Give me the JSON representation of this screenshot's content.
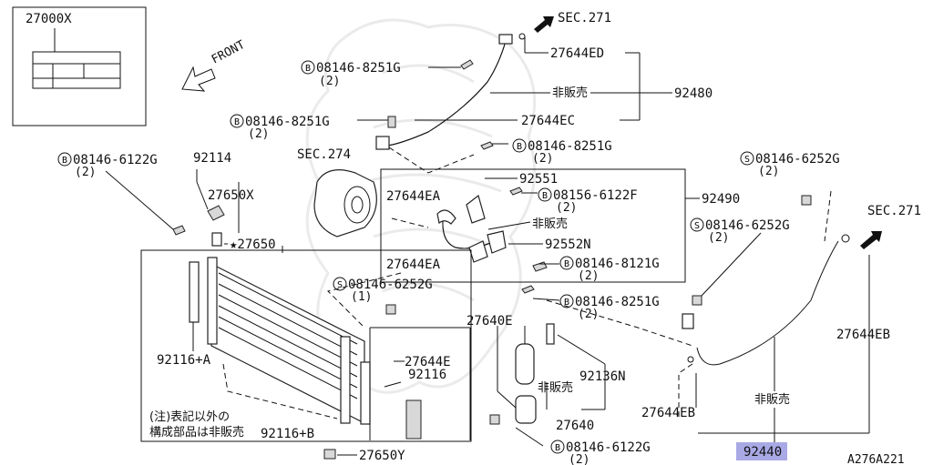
{
  "labels": {
    "label_27000x": "27000X",
    "front": "FRONT",
    "sec271_top": "SEC.271",
    "sec271_right": "SEC.271",
    "sec274": "SEC.274",
    "b1": "08146-8251G",
    "b1q": "(2)",
    "b2": "08146-8251G",
    "b2q": "(2)",
    "b3": "08146-8251G",
    "b3q": "(2)",
    "b4": "08146-6122G",
    "b4q": "(2)",
    "b5": "08156-6122F",
    "b5q": "(2)",
    "b6": "08146-8121G",
    "b6q": "(2)",
    "b7": "08146-8251G",
    "b7q": "(2)",
    "b8": "08146-6122G",
    "b8q": "(2)",
    "s1": "08146-6252G",
    "s1q": "(2)",
    "s2": "08146-6252G",
    "s2q": "(2)",
    "s3": "08146-6252G",
    "s3q": "(1)",
    "p27644ED": "27644ED",
    "p27644EC": "27644EC",
    "p27644EA_1": "27644EA",
    "p27644EA_2": "27644EA",
    "p27644E": "27644E",
    "p27644EB_1": "27644EB",
    "p27644EB_2": "27644EB",
    "p92480": "92480",
    "p92490": "92490",
    "p92551": "92551",
    "p92552N": "92552N",
    "p92114": "92114",
    "p27650X": "27650X",
    "p27650": "★27650",
    "p92116A": "92116+A",
    "p92116": "92116",
    "p92116B": "92116+B",
    "p27650Y": "27650Y",
    "p27640E": "27640E",
    "p27640": "27640",
    "p92136N": "92136N",
    "p92440": "92440",
    "hihanbai_1": "非販売",
    "hihanbai_2": "非販売",
    "hihanbai_3": "非販売",
    "hihanbai_4": "非販売",
    "note_line1": "(注)表記以外の",
    "note_line2": "構成部品は非販売",
    "code": "A276A221",
    "b_symbol": "B",
    "s_symbol": "S"
  },
  "colors": {
    "highlight": "#a9a9e6",
    "ink": "#111111"
  }
}
